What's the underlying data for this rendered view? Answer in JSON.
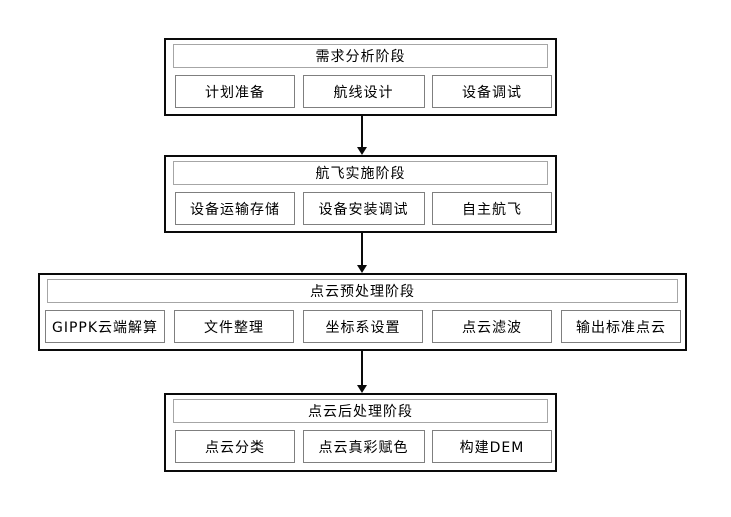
{
  "diagram": {
    "stages": [
      {
        "title": "需求分析阶段",
        "steps": [
          "计划准备",
          "航线设计",
          "设备调试"
        ]
      },
      {
        "title": "航飞实施阶段",
        "steps": [
          "设备运输存储",
          "设备安装调试",
          "自主航飞"
        ]
      },
      {
        "title": "点云预处理阶段",
        "steps": [
          "GIPPK云端解算",
          "文件整理",
          "坐标系设置",
          "点云滤波",
          "输出标准点云"
        ]
      },
      {
        "title": "点云后处理阶段",
        "steps": [
          "点云分类",
          "点云真彩赋色",
          "构建DEM"
        ]
      }
    ],
    "colors": {
      "outer_border": "#0a0a0a",
      "title_border": "#a6a6a6",
      "step_border": "#7f7f7f",
      "arrow": "#0a0a0a",
      "background": "#ffffff",
      "text": "#000000"
    }
  }
}
